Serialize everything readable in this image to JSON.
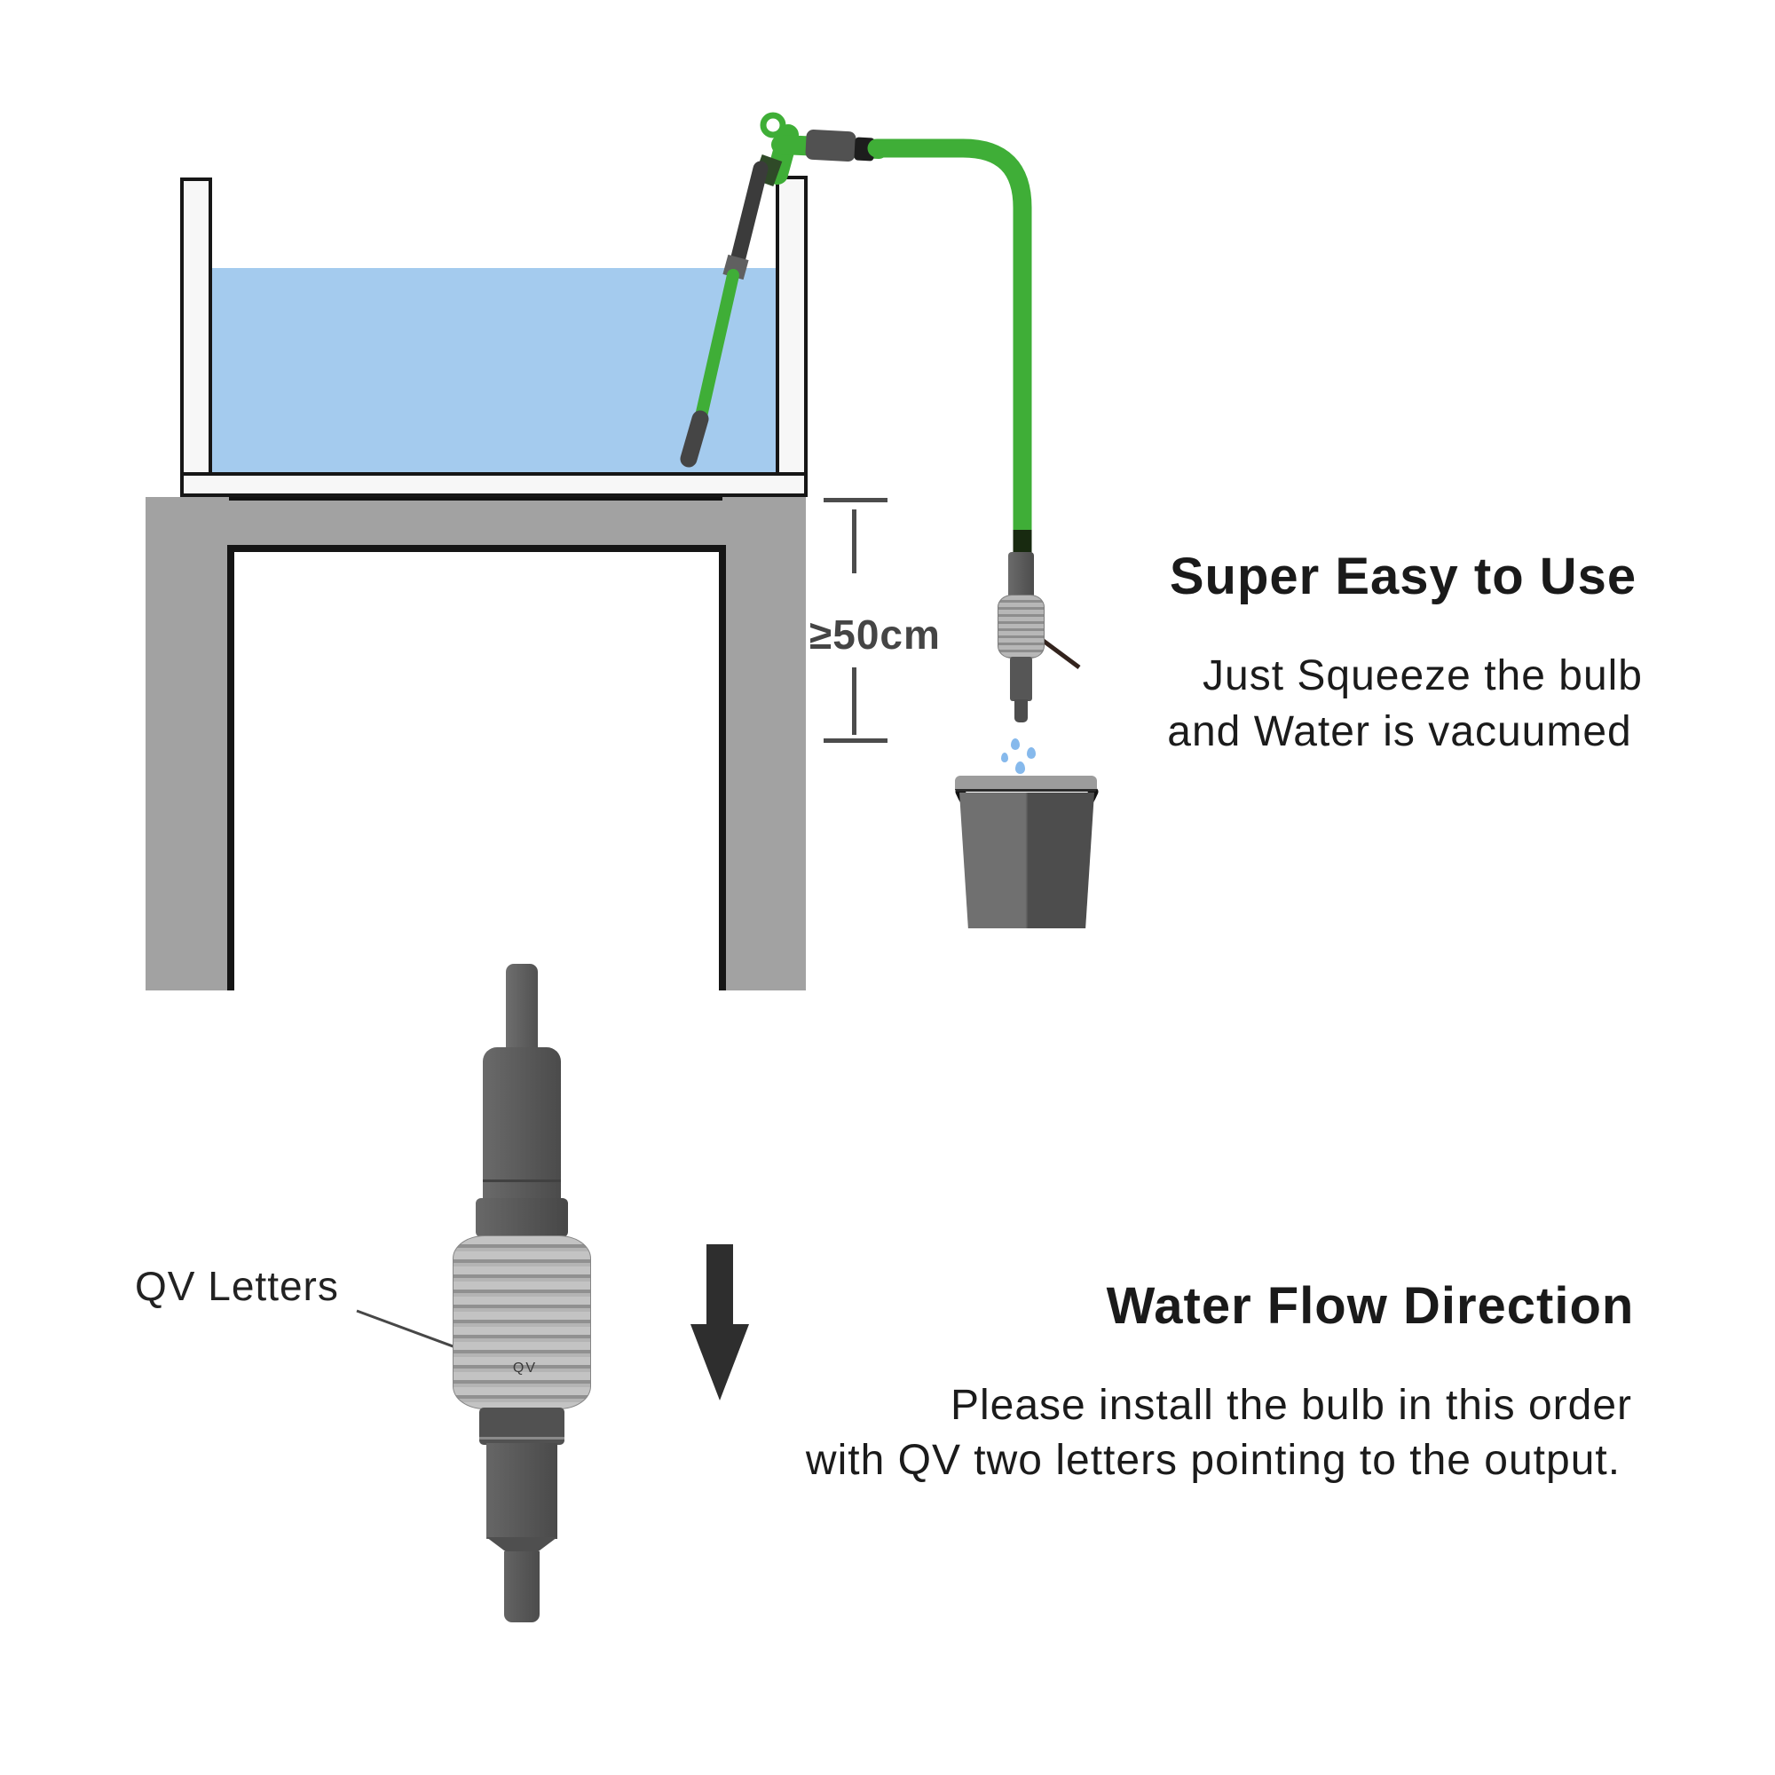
{
  "top_section": {
    "heading": "Super Easy to Use",
    "line1": "Just Squeeze the bulb",
    "line2": "and Water is vacuumed",
    "dimension_label": "≥50cm"
  },
  "bottom_section": {
    "heading": "Water Flow Direction",
    "line1": "Please install the bulb in this order",
    "line2": "with QV two letters pointing to the output.",
    "callout_label": "QV Letters",
    "qv_mark": "QV"
  },
  "colors": {
    "water_blue": "#a4cbee",
    "hose_green": "#3fae37",
    "droplet_blue": "#86b9ec",
    "stand_gray": "#a2a2a2",
    "bellows_gray": "#b5b5b5",
    "dark_part_gray": "#4c4c4c",
    "arrow_dark": "#2e2e2e",
    "text_black": "#1a1a1a",
    "dimension_gray": "#454545"
  }
}
